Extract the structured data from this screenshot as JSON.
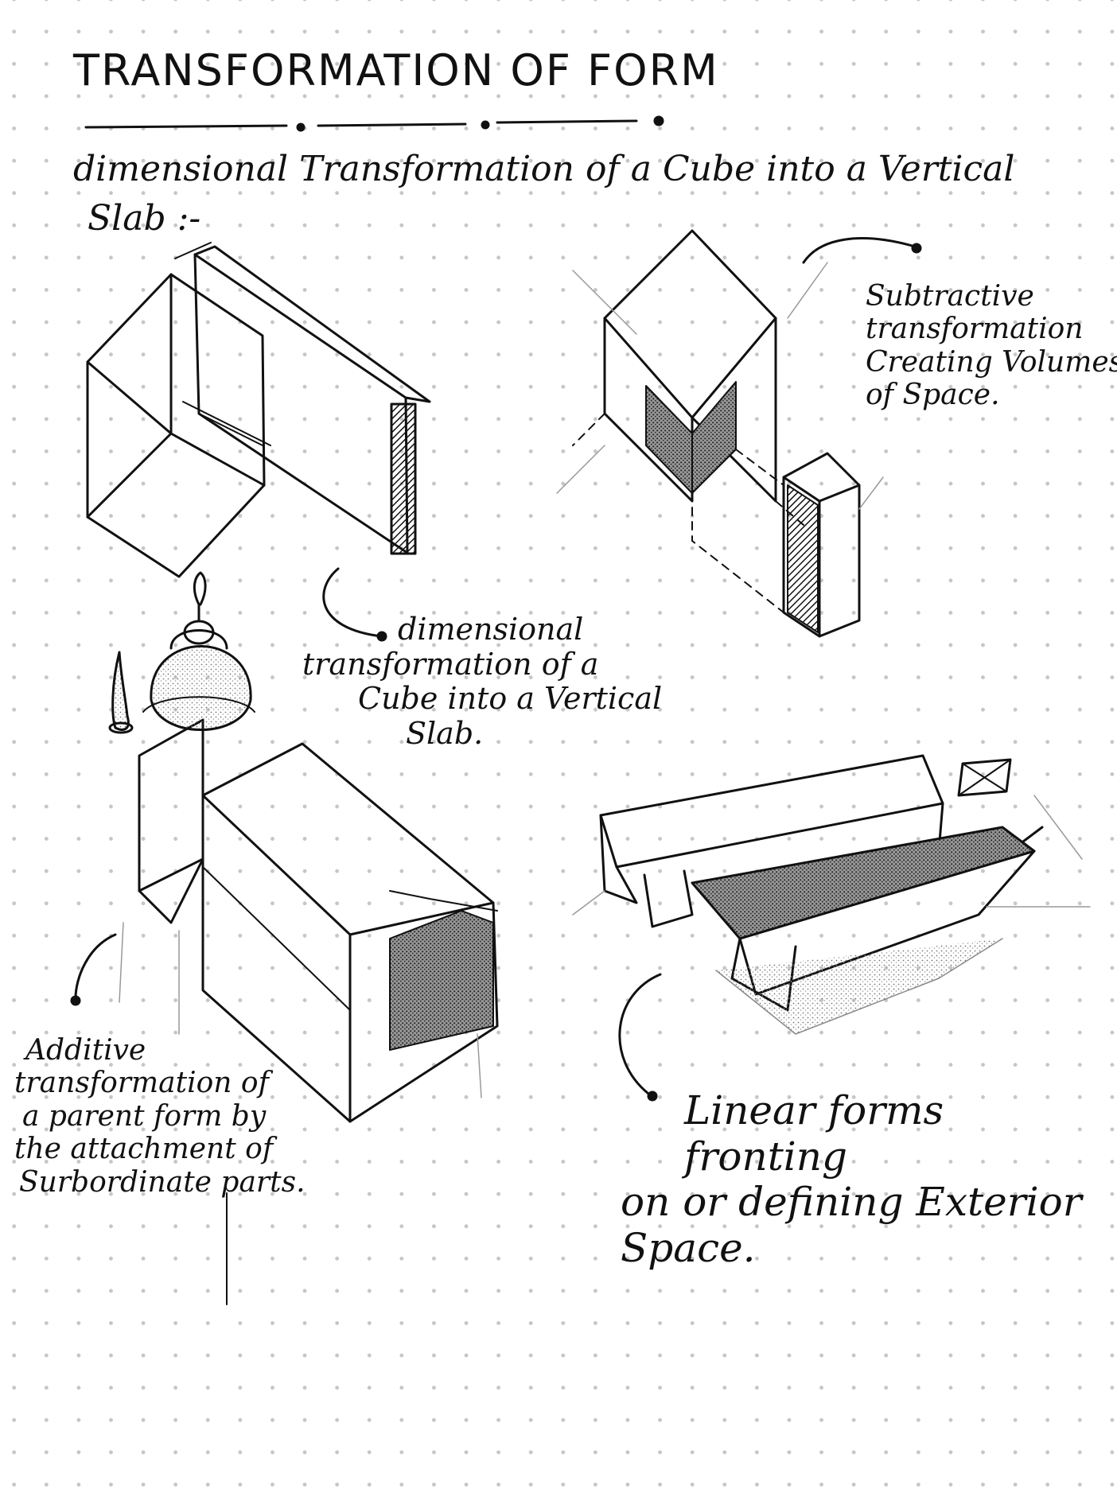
{
  "title": "TRANSFORMATION OF FORM",
  "subtitle": {
    "line1": "dimensional Transformation of a Cube into a Vertical",
    "line2": "Slab :-"
  },
  "captions": {
    "subtractive": [
      "Subtractive",
      "transformation",
      "Creating Volumes",
      "of Space."
    ],
    "dimensional": [
      "dimensional",
      "transformation of a",
      "Cube into a Vertical",
      "Slab."
    ],
    "additive": [
      "Additive",
      "transformation of",
      "a parent form by",
      "the attachment of",
      "Surbordinate parts."
    ],
    "linear": [
      "Linear forms fronting",
      "on or defining Exterior",
      "Space."
    ]
  },
  "colors": {
    "ink": "#111111",
    "paper": "#ffffff",
    "dot_grid": "#c6c6c6"
  }
}
